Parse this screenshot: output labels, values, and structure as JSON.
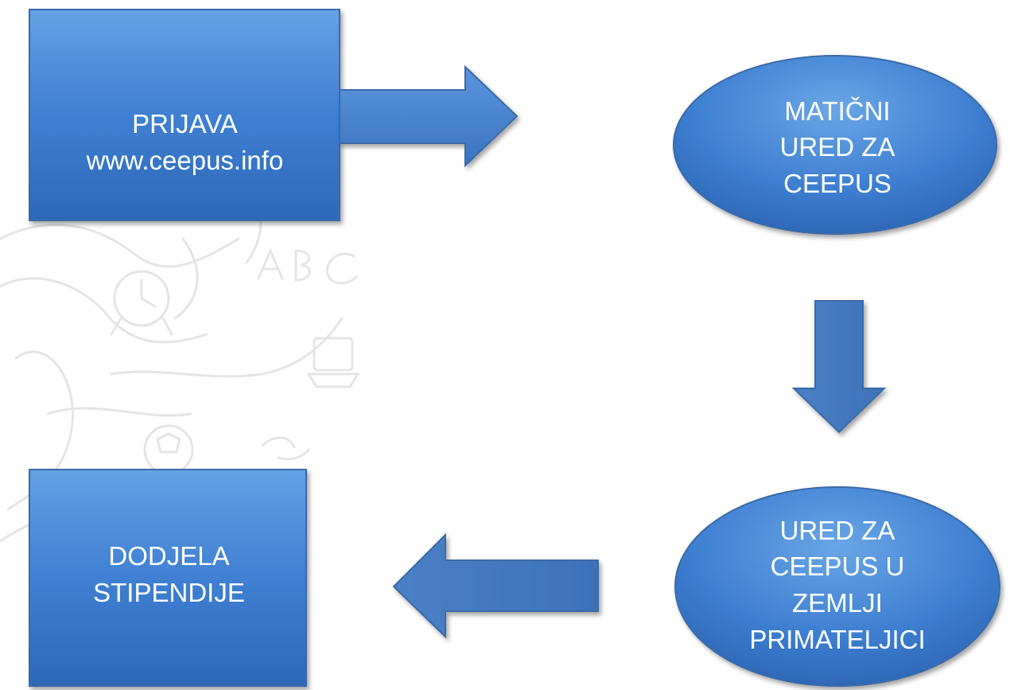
{
  "nodes": {
    "prijava": {
      "label": "PRIJAVA\nwww.ceepus.info"
    },
    "maticni_ured": {
      "label": "MATIČNI\nURED ZA\nCEEPUS"
    },
    "ured_primatelj": {
      "label": "URED ZA\nCEEPUS U\nZEMLJI\nPRIMATELJICI"
    },
    "dodjela": {
      "label": "DODJELA\nSTIPENDIJE"
    }
  },
  "colors": {
    "shape_fill_top": "#5b97dc",
    "shape_fill_bottom": "#2e6cbf",
    "shape_stroke": "#3a6aa8",
    "arrow_fill": "#4a80c4",
    "text": "#ffffff",
    "background_sketch": "#e6e6e6"
  }
}
